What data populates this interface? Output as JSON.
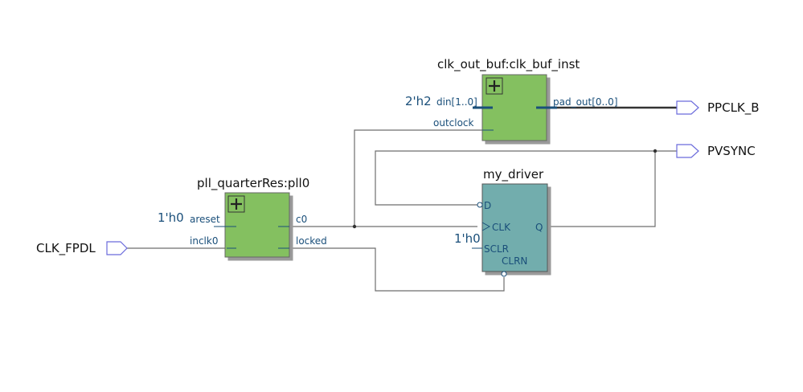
{
  "diagram": {
    "type": "RTL netlist schematic",
    "colors": {
      "hier_block": "#84c060",
      "primitive_block": "#72adad",
      "io_port_outline": "#6b6bdc",
      "port_text": "#1a4f7a",
      "wire": "#6e6e6e"
    },
    "inputs": [
      {
        "name": "CLK_FPDL"
      }
    ],
    "outputs": [
      {
        "name": "PPCLK_B"
      },
      {
        "name": "PVSYNC"
      }
    ],
    "blocks": {
      "pll": {
        "title": "pll_quarterRes:pll0",
        "expand_icon": "plus-icon",
        "ports_in": [
          "areset",
          "inclk0"
        ],
        "ports_out": [
          "c0",
          "locked"
        ],
        "const_areset": "1'h0"
      },
      "clkbuf": {
        "title": "clk_out_buf:clk_buf_inst",
        "expand_icon": "plus-icon",
        "ports_in": [
          "din[1..0]",
          "outclock"
        ],
        "ports_out": [
          "pad_out[0..0]"
        ],
        "const_din": "2'h2"
      },
      "driver": {
        "title": "my_driver",
        "ports_in": [
          "D",
          "CLK",
          "SCLR"
        ],
        "ports_out": [
          "Q"
        ],
        "port_bottom": "CLRN",
        "const_sclr": "1'h0"
      }
    }
  }
}
